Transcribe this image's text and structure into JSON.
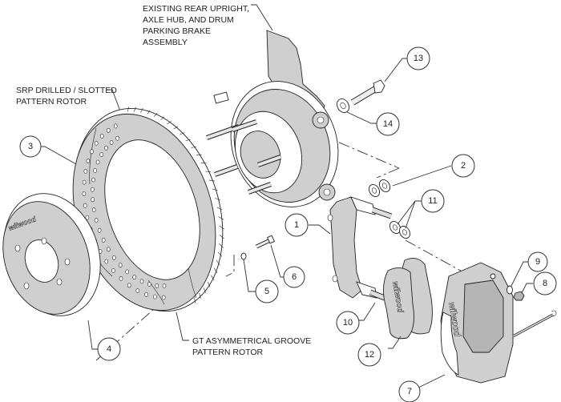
{
  "labels": {
    "upright": [
      "EXISTING REAR UPRIGHT,",
      "AXLE HUB, AND DRUM",
      "PARKING BRAKE",
      "ASSEMBLY"
    ],
    "srp_rotor": [
      "SRP DRILLED / SLOTTED",
      "PATTERN ROTOR"
    ],
    "gt_rotor": [
      "GT ASYMMETRICAL GROOVE",
      "PATTERN ROTOR"
    ]
  },
  "callouts": [
    {
      "num": "1",
      "part": "caliper-mounting-bracket"
    },
    {
      "num": "2",
      "part": "bracket-washers"
    },
    {
      "num": "3",
      "part": "rotor"
    },
    {
      "num": "4",
      "part": "rotor-hat"
    },
    {
      "num": "5",
      "part": "hat-bolt-washer"
    },
    {
      "num": "6",
      "part": "hat-bolt"
    },
    {
      "num": "7",
      "part": "caliper"
    },
    {
      "num": "8",
      "part": "caliper-nut"
    },
    {
      "num": "9",
      "part": "caliper-washer"
    },
    {
      "num": "10",
      "part": "bracket-stud"
    },
    {
      "num": "11",
      "part": "shim-washers"
    },
    {
      "num": "12",
      "part": "brake-pads"
    },
    {
      "num": "13",
      "part": "bracket-bolt"
    },
    {
      "num": "14",
      "part": "bracket-bolt-washer"
    }
  ],
  "branding": {
    "hat_text": "wilwood",
    "pad_text": "wilwood",
    "caliper_text": "wilwood"
  }
}
